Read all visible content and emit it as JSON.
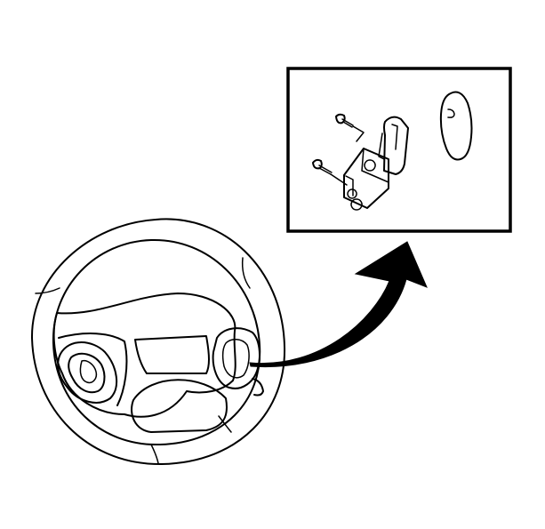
{
  "figure": {
    "background": "#ffffff",
    "line_color": "#000000",
    "parts": [
      "steering-wheel",
      "switch-button-location",
      "callout-arrow",
      "detail-inset",
      "retaining-screws",
      "switch-bracket",
      "switch-cover"
    ]
  }
}
